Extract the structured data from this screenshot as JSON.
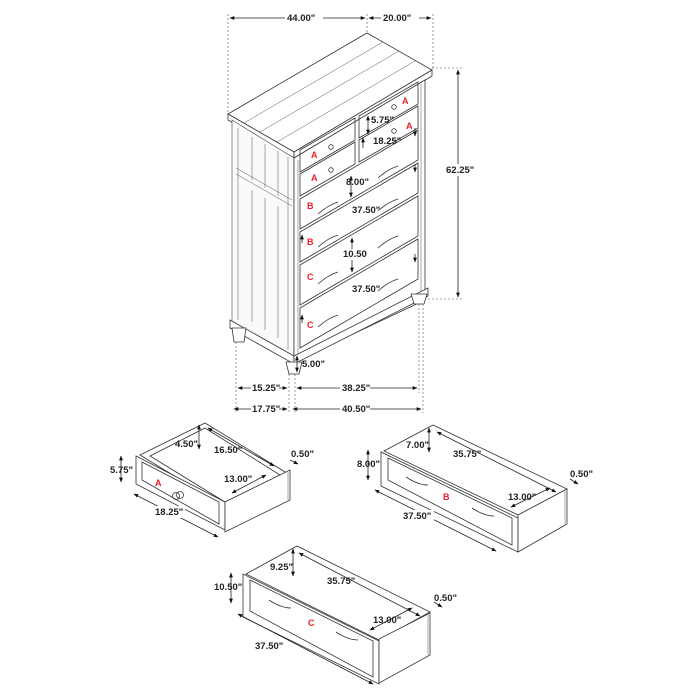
{
  "colors": {
    "line": "#333333",
    "label_text": "#222222",
    "drawer_code": "#e8202a",
    "background": "#ffffff"
  },
  "chest": {
    "overall_width": "44.00\"",
    "overall_depth": "20.00\"",
    "overall_height": "62.25\"",
    "small_drawer_height": "5.75\"",
    "small_drawer_width": "18.25\"",
    "medium_drawer_height": "8.00\"",
    "medium_drawer_width": "37.50\"",
    "large_drawer_height": "10.50",
    "large_drawer_width": "37.50\"",
    "leg_height": "5.00\"",
    "inner_side_depth": "15.25\"",
    "inner_front_width": "38.25\"",
    "base_side_depth": "17.75\"",
    "base_front_width": "40.50\"",
    "drawer_codes": [
      "A",
      "A",
      "A",
      "A",
      "B",
      "B",
      "C",
      "C"
    ]
  },
  "drawer_a": {
    "code": "A",
    "front_height": "5.75\"",
    "box_height": "4.50\"",
    "interior_width": "16.50\"",
    "side_thickness": "0.50\"",
    "interior_depth": "13.00\"",
    "front_width": "18.25\""
  },
  "drawer_b": {
    "code": "B",
    "front_height": "8.00\"",
    "box_height": "7.00\"",
    "interior_width": "35.75\"",
    "side_thickness": "0.50\"",
    "interior_depth": "13.00\"",
    "front_width": "37.50\""
  },
  "drawer_c": {
    "code": "C",
    "front_height": "10.50\"",
    "box_height": "9.25\"",
    "interior_width": "35.75\"",
    "side_thickness": "0.50\"",
    "interior_depth": "13.00\"",
    "front_width": "37.50\""
  }
}
